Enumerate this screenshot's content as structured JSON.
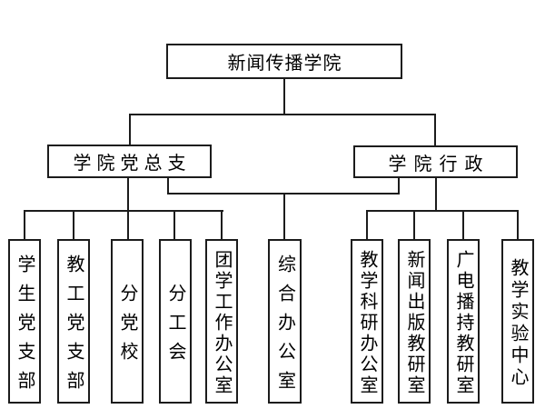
{
  "chart": {
    "root": "新闻传播学院",
    "branches": {
      "party": "学院党总支",
      "admin": "学院行政"
    },
    "party_children": [
      "学生党支部",
      "教工党支部",
      "分党校",
      "分工会",
      "团学工作办公室"
    ],
    "shared_office": "综合办公室",
    "admin_children": [
      "教学科研办公室",
      "新闻出版教研室",
      "广电播持教研室",
      "教学实验中心"
    ],
    "colors": {
      "line": "#1c1c1c",
      "box_border": "#1c1c1c",
      "background": "#ffffff",
      "text": "#000000"
    }
  }
}
